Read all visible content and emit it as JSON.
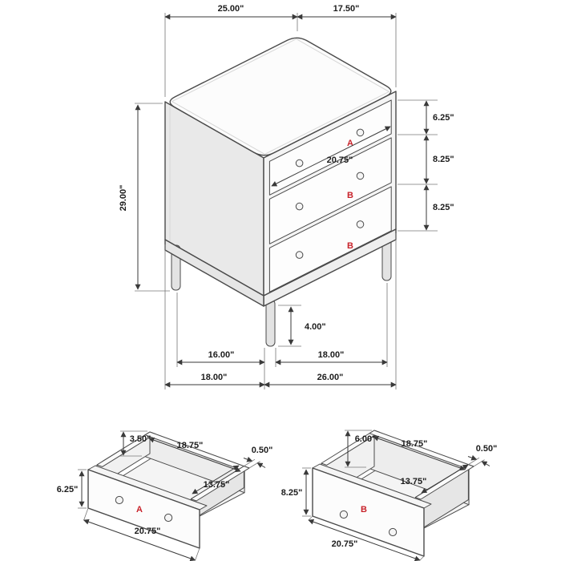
{
  "colors": {
    "accent": "#c8232b",
    "line": "#4a4a4a",
    "dim": "#333333"
  },
  "main_view": {
    "dimensions": {
      "top_width": "25.00\"",
      "top_depth": "17.50\"",
      "overall_height": "29.00\"",
      "drawer_a_height": "6.25\"",
      "drawer_b1_height": "8.25\"",
      "drawer_b2_height": "8.25\"",
      "drawer_width": "20.75\"",
      "leg_height": "4.00\"",
      "leg_span_depth": "16.00\"",
      "leg_span_width": "18.00\"",
      "footprint_depth": "18.00\"",
      "footprint_width": "26.00\""
    },
    "drawer_labels": {
      "top": "A",
      "middle": "B",
      "bottom": "B"
    }
  },
  "drawer_a_detail": {
    "label": "A",
    "dimensions": {
      "side_height": "3.50\"",
      "inner_width": "18.75\"",
      "front_height": "6.25\"",
      "wall_thickness": "0.50\"",
      "inner_depth": "13.75\"",
      "front_width": "20.75\""
    }
  },
  "drawer_b_detail": {
    "label": "B",
    "dimensions": {
      "side_height": "6.00\"",
      "inner_width": "18.75\"",
      "front_height": "8.25\"",
      "wall_thickness": "0.50\"",
      "inner_depth": "13.75\"",
      "front_width": "20.75\""
    }
  }
}
